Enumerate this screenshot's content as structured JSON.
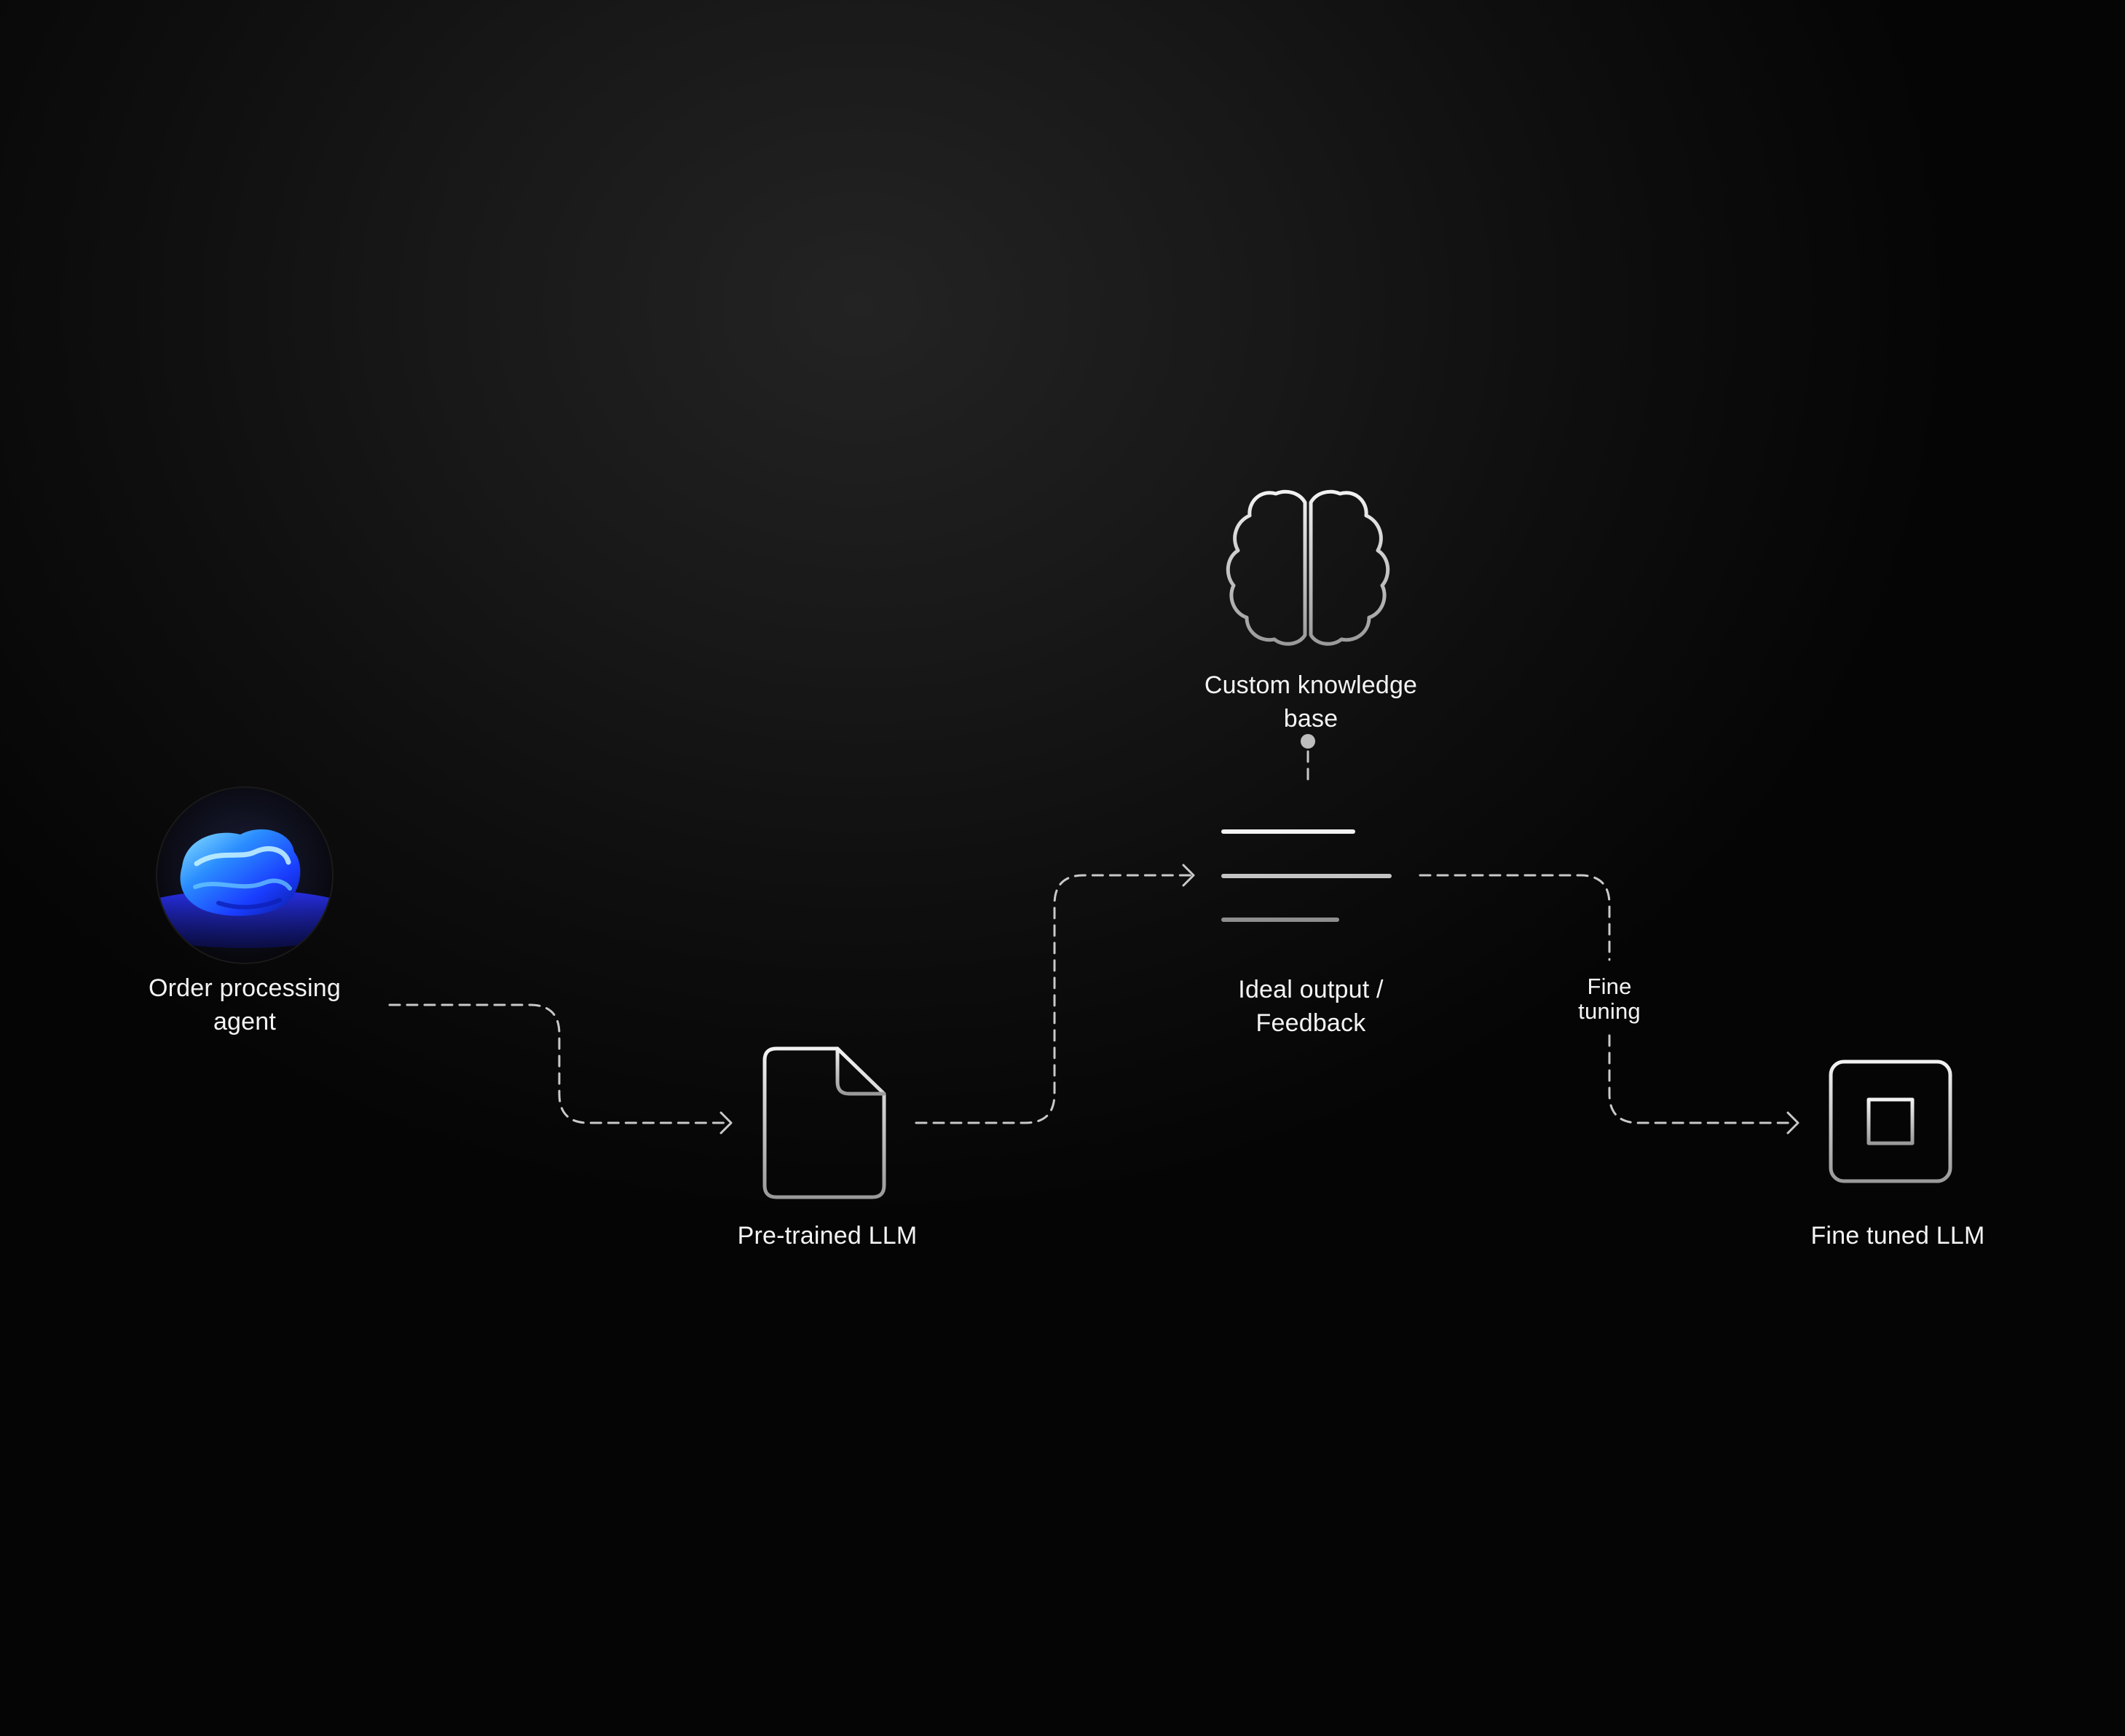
{
  "nodes": {
    "agent": {
      "label": "Order processing\nagent"
    },
    "pretrained": {
      "label": "Pre-trained LLM",
      "icon": "document-icon"
    },
    "knowledge": {
      "label": "Custom knowledge\nbase",
      "icon": "brain-icon"
    },
    "feedback": {
      "label": "Ideal output /\nFeedback",
      "icon": "lines-icon"
    },
    "finetuned": {
      "label": "Fine tuned LLM",
      "icon": "chip-icon"
    }
  },
  "edges": {
    "fine_tuning": {
      "label": "Fine\ntuning"
    }
  },
  "colors": {
    "background": "#000000",
    "line": "#cfcfcf",
    "text": "#f4f4f4",
    "accent": "#2f6bff"
  }
}
